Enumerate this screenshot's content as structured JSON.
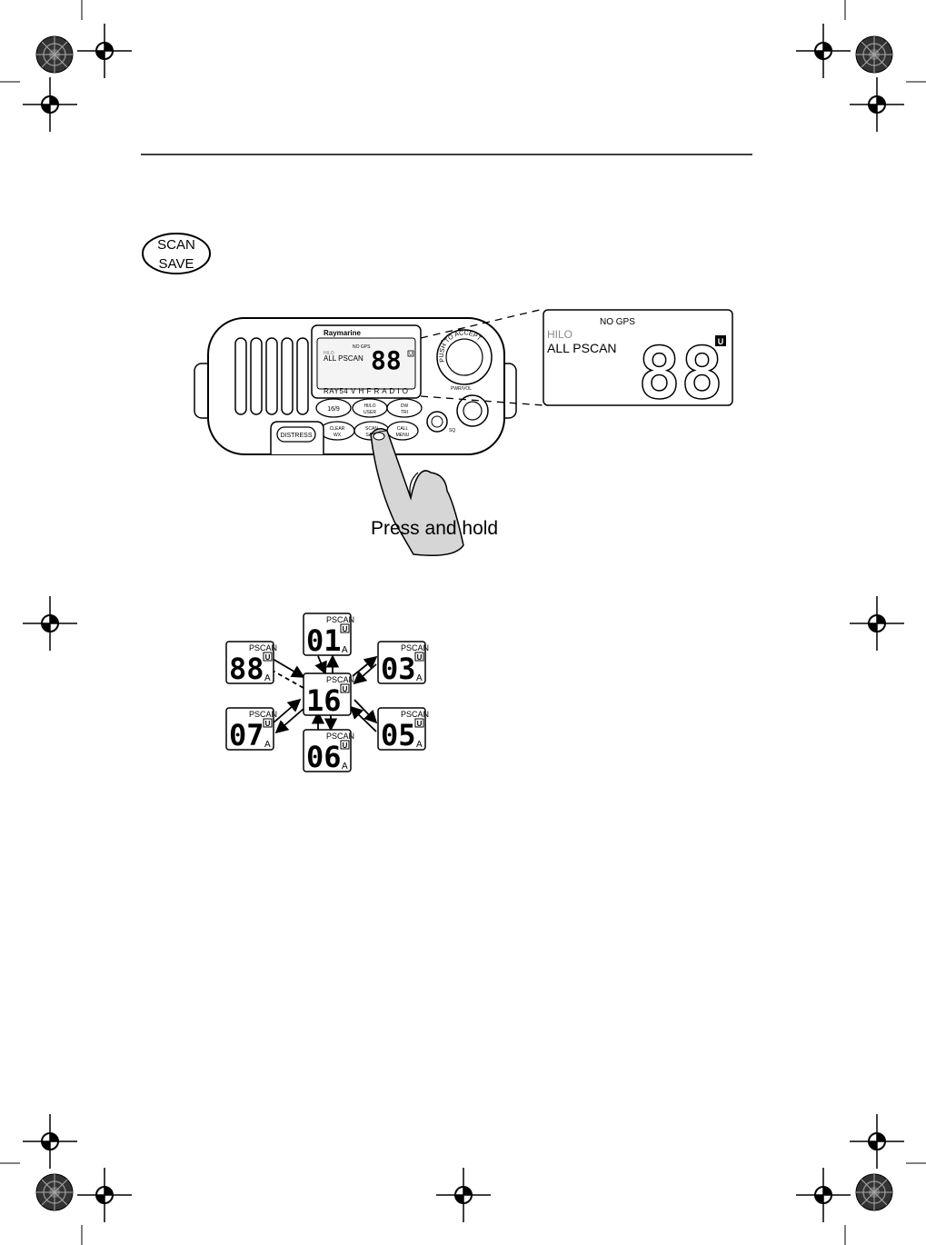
{
  "scan_save_button": {
    "line1": "SCAN",
    "line2": "SAVE"
  },
  "radio": {
    "brand": "Raymarine",
    "model_label": "RAY54   V H F   R A D I O",
    "lcd": {
      "no_gps": "NO GPS",
      "hilo": "HILO",
      "mode": "ALL  PSCAN",
      "digits": "88",
      "u_flag": "U"
    },
    "knob_labels": {
      "ch": "CH",
      "push": "PUSH TO ACCEPT",
      "pwr_vol": "PWR/VOL",
      "sq": "SQ"
    },
    "buttons": {
      "b169": "16/9",
      "hilo_user": [
        "HI/LO",
        "USER"
      ],
      "dw_tri": [
        "DW",
        "TRI"
      ],
      "clear_wx": [
        "CLEAR",
        "WX"
      ],
      "scan_save": [
        "SCAN",
        "SAVE"
      ],
      "call_menu": [
        "CALL",
        "MENU"
      ],
      "distress": "DISTRESS"
    }
  },
  "zoomed_lcd": {
    "no_gps": "NO GPS",
    "hilo": "HILO",
    "mode": "ALL  PSCAN",
    "digits": "88",
    "u_flag": "U"
  },
  "press_hold_caption": "Press and hold",
  "scan_cycle": {
    "label": "PSCAN",
    "u_flag": "U",
    "a_flag": "A",
    "center": "16",
    "channels": [
      "01",
      "03",
      "05",
      "06",
      "07",
      "88"
    ]
  }
}
